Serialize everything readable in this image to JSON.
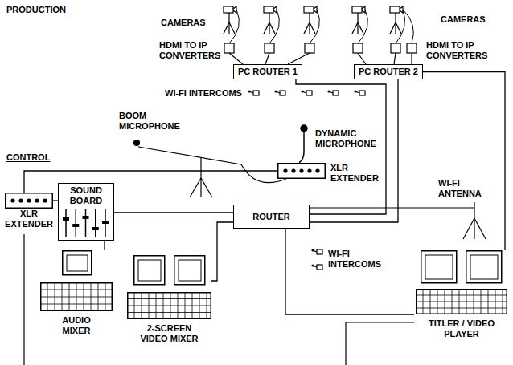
{
  "diagram": {
    "nodes": [
      {
        "text": [
          "PC ROUTER 1"
        ]
      },
      {
        "text": [
          "PC ROUTER 2"
        ]
      },
      {
        "text": [
          "ROUTER"
        ]
      },
      {
        "text": [
          "XLR EXTENDER"
        ]
      },
      {
        "text": [
          "SOUND BOARD"
        ]
      },
      {
        "text": [
          "XLR EXTENDER"
        ]
      },
      {
        "text": [
          "AUDIO MIXER"
        ]
      },
      {
        "text": [
          "2-SCREEN VIDEO MIXER"
        ]
      },
      {
        "text": [
          "TITLER / VIDEO PLAYER"
        ]
      }
    ],
    "edges": [
      {
        "from": 0,
        "to": 2,
        "arrow": "none"
      },
      {
        "from": 1,
        "to": 2,
        "arrow": "none"
      },
      {
        "from": 1,
        "to": 8,
        "arrow": "none"
      },
      {
        "from": 3,
        "to": 5,
        "arrow": "none"
      },
      {
        "from": 5,
        "to": 4,
        "arrow": "none"
      },
      {
        "from": 2,
        "to": 4,
        "arrow": "none"
      },
      {
        "from": 4,
        "to": 6,
        "arrow": "none"
      },
      {
        "from": 2,
        "to": 7,
        "arrow": "none"
      },
      {
        "from": 2,
        "to": 8,
        "arrow": "none"
      }
    ],
    "labels": [
      "PRODUCTION",
      "CAMERAS",
      "HDMI TO IP CONVERTERS",
      "CAMERAS",
      "HDMI TO IP CONVERTERS",
      "WI-FI INTERCOMS",
      "BOOM MICROPHONE",
      "DYNAMIC MICROPHONE",
      "CONTROL",
      "WI-FI ANTENNA",
      "WI-FI INTERCOMS"
    ]
  }
}
